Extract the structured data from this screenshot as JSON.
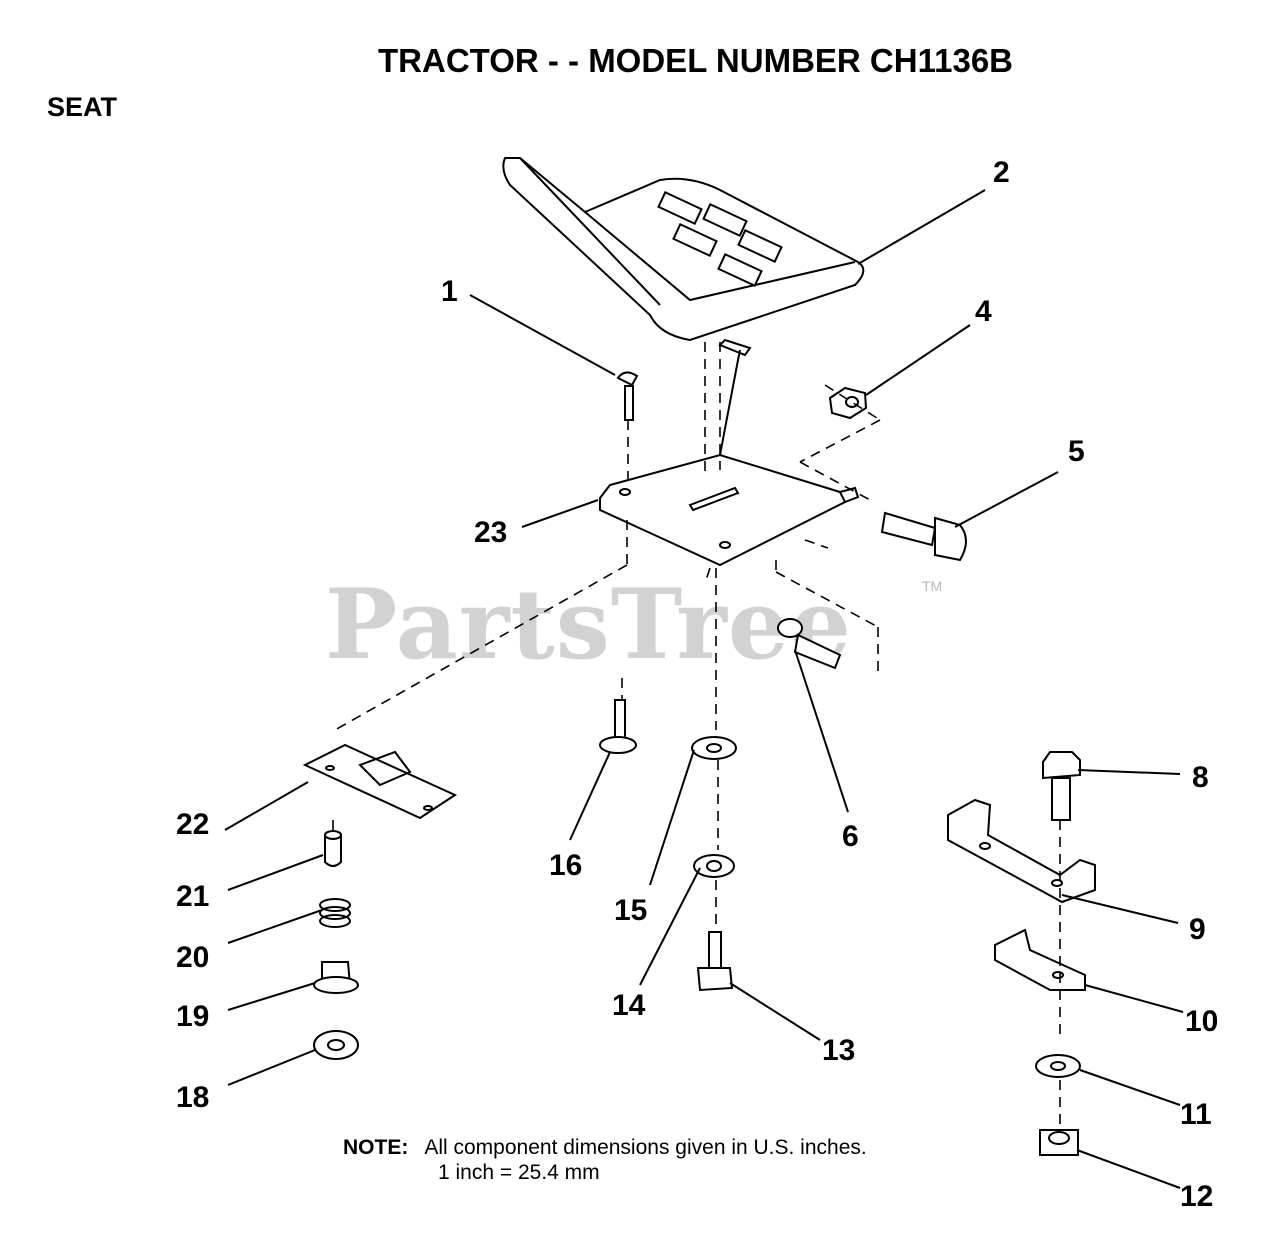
{
  "header": {
    "title": "TRACTOR - - MODEL NUMBER CH1136B",
    "section": "SEAT"
  },
  "watermark": {
    "text": "PartsTree",
    "tm": "TM"
  },
  "callouts": [
    "1",
    "2",
    "4",
    "5",
    "6",
    "8",
    "9",
    "10",
    "11",
    "12",
    "13",
    "14",
    "15",
    "16",
    "18",
    "19",
    "20",
    "21",
    "22",
    "23"
  ],
  "note": {
    "label": "NOTE:",
    "line1": "All component dimensions given in U.S. inches.",
    "line2": "1 inch = 25.4 mm"
  }
}
